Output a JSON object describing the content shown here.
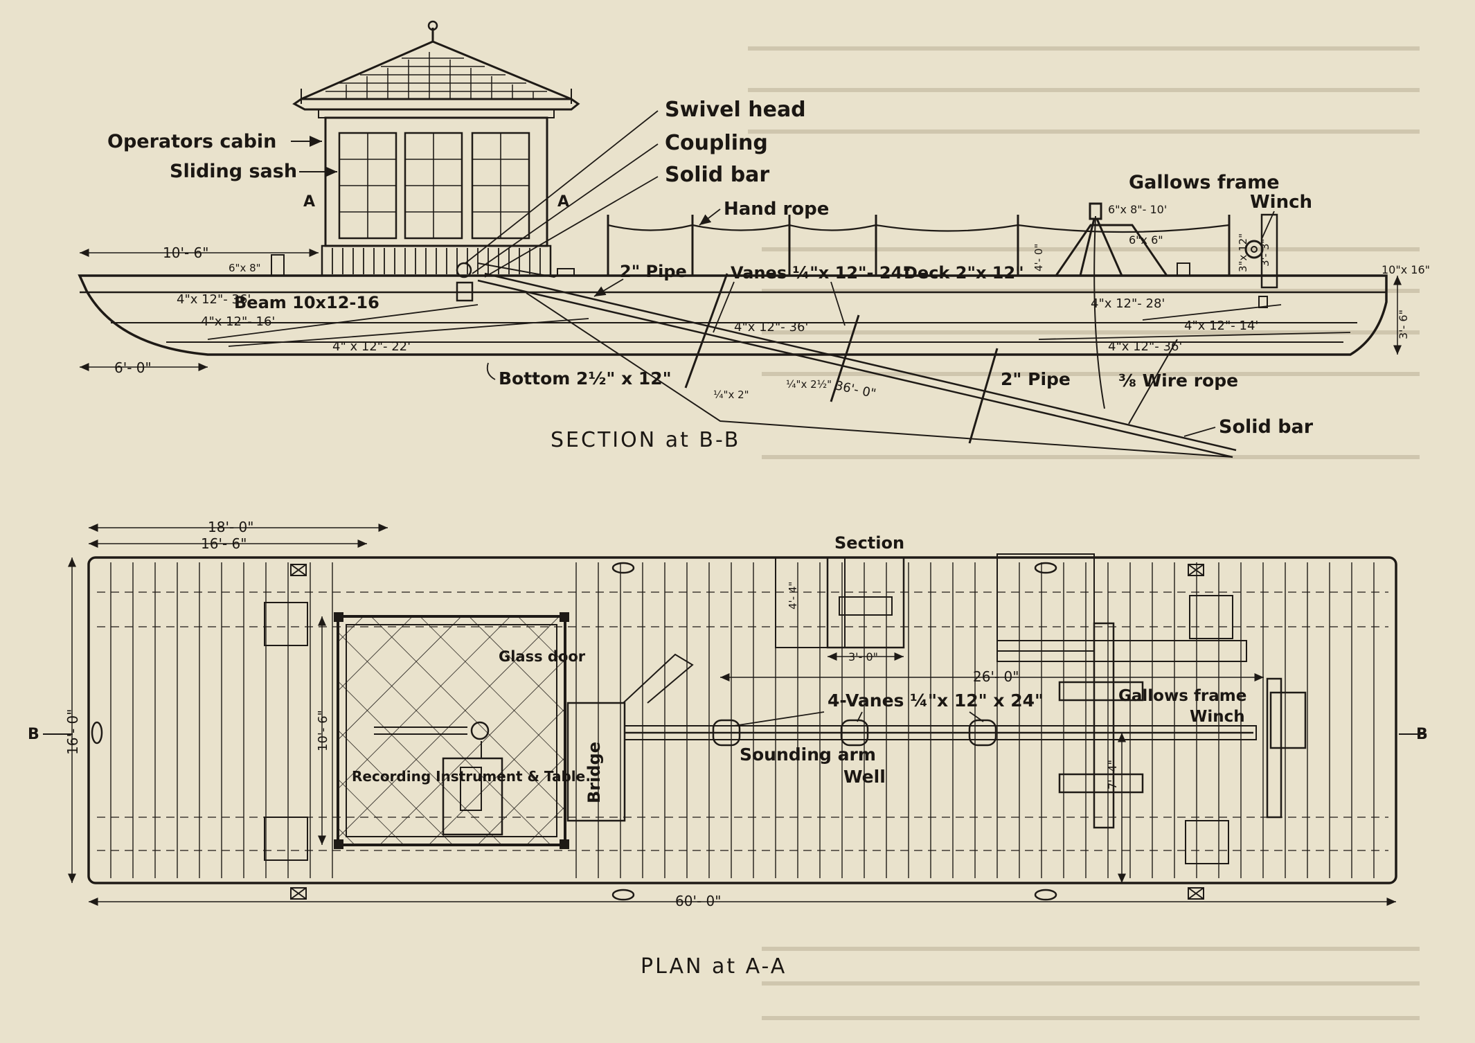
{
  "colors": {
    "paper": "#e9e2cc",
    "ink": "#1e1a16",
    "bleed": "#cfc6ae"
  },
  "section": {
    "title": "SECTION at B-B",
    "labels": {
      "operators_cabin": "Operators cabin",
      "sliding_sash": "Sliding sash",
      "swivel_head": "Swivel head",
      "coupling": "Coupling",
      "solid_bar_top": "Solid bar",
      "hand_rope": "Hand rope",
      "gallows_frame": "Gallows frame",
      "winch": "Winch",
      "pipe_left": "2\" Pipe",
      "vanes": "Vanes ¼\"x 12\"- 24\"",
      "deck": "Deck 2\"x 12\"",
      "beam": "Beam 10x12-16",
      "bottom": "Bottom 2½\" x 12\"",
      "pipe_right": "2\" Pipe",
      "wire_rope": "⅜ Wire rope",
      "solid_bar_bottom": "Solid bar",
      "mark_a_left": "A",
      "mark_a_right": "A"
    },
    "dims": {
      "d10_6": "10'- 6\"",
      "d6x8": "6\"x 8\"",
      "d4x12_36_top": "4\"x 12\"- 36'",
      "d4x12_16": "4\"x 12\"- 16'",
      "d4x12_22": "4\" x 12\"- 22'",
      "d6_0": "6'- 0\"",
      "d4x12_36_mid": "4\"x 12\"- 36'",
      "d4x12_28": "4\"x 12\"- 28'",
      "d4x12_14": "4\"x 12\"- 14'",
      "d4x12_36_right": "4\"x 12\"- 36'",
      "d6x8_10": "6\"x 8\"- 10'",
      "d6x6": "6\"x 6\"",
      "d4_0": "4'- 0\"",
      "d3x12": "3\"x 12\"",
      "d3_3": "3'- 3\"",
      "d10x16": "10\"x 16\"",
      "d3_6": "3'- 6\"",
      "d36_0": "36'- 0\"",
      "d_quarter_2": "¼\"x 2\"",
      "d_quarter_2half": "¼\"x 2½\""
    }
  },
  "plan": {
    "title": "PLAN at A-A",
    "labels": {
      "section": "Section",
      "glass_door": "Glass door",
      "bridge": "Bridge",
      "recording": "Recording Instrument & Table",
      "four_vanes": "4-Vanes ¼\"x 12\" x 24\"",
      "sounding_arm": "Sounding arm",
      "well": "Well",
      "gallows_frame": "Gallows frame",
      "winch": "Winch",
      "b_left": "B",
      "b_right": "B"
    },
    "dims": {
      "d18_0": "18'- 0\"",
      "d16_6": "16'- 6\"",
      "d16_0": "16'- 0\"",
      "d10_6": "10'- 6\"",
      "d4_4": "4'- 4\"",
      "d3_0": "3'- 0\"",
      "d26_0": "26'- 0\"",
      "d7_4": "7'- 4\"",
      "d60_0": "60'- 0\""
    }
  }
}
